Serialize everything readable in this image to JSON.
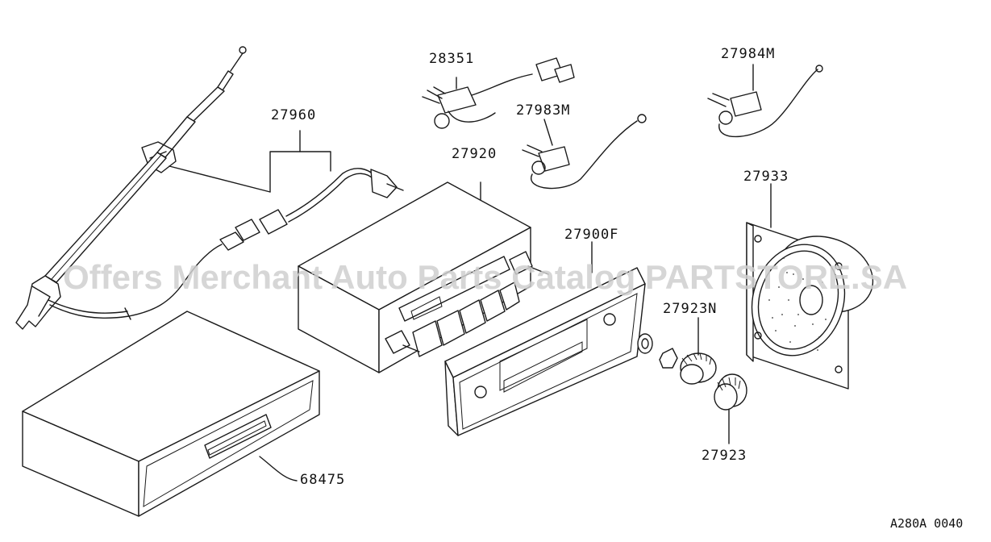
{
  "diagram": {
    "drawing_code": "A280A 0040",
    "watermark": "Offers Merchant Auto Parts Catalog PARTSTORE.SA",
    "parts": [
      {
        "id": "antenna",
        "number": "27960"
      },
      {
        "id": "antenna-switch",
        "number": "28351"
      },
      {
        "id": "ground-wire-front",
        "number": "27983M"
      },
      {
        "id": "ground-wire-rear",
        "number": "27984M"
      },
      {
        "id": "radio-unit",
        "number": "27920"
      },
      {
        "id": "speaker",
        "number": "27933"
      },
      {
        "id": "finisher-plate",
        "number": "27900F"
      },
      {
        "id": "knob-nut",
        "number": "27923N"
      },
      {
        "id": "knob",
        "number": "27923"
      },
      {
        "id": "pocket-box",
        "number": "68475"
      }
    ]
  }
}
